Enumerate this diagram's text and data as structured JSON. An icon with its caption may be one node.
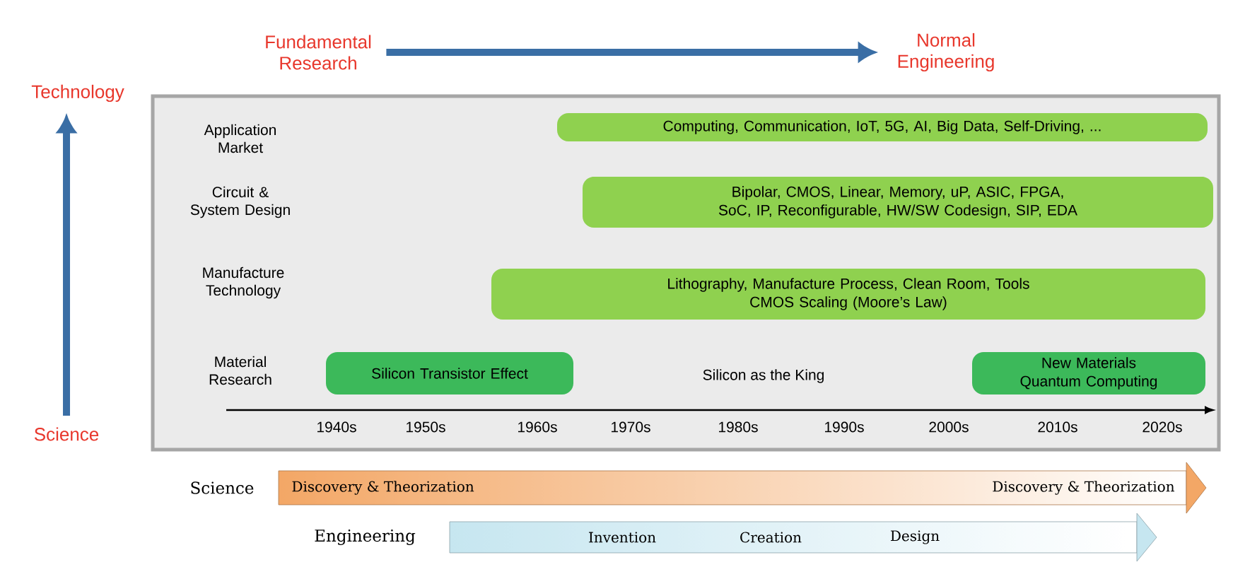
{
  "diagram": {
    "nodes": [
      {
        "text": [
          "Fundamental Research"
        ]
      },
      {
        "text": [
          "Normal Engineering"
        ]
      },
      {
        "text": [
          "Technology"
        ]
      },
      {
        "text": [
          "Science"
        ]
      },
      {
        "text": [
          "Computing, Communication, IoT, 5G, AI, Big Data, Self-Driving, ..."
        ]
      },
      {
        "text": [
          "Bipolar, CMOS, Linear, Memory, uP, ASIC, FPGA, SoC, IP, Reconfigurable, HW/SW Codesign, SIP, EDA"
        ]
      },
      {
        "text": [
          "Lithography, Manufacture Process, Clean Room, Tools",
          "CMOS Scaling (Moore’s Law)"
        ]
      },
      {
        "text": [
          "Silicon Transistor Effect"
        ]
      },
      {
        "text": [
          "New Materials",
          "Quantum Computing"
        ]
      },
      {
        "text": [
          "Discovery & Theorization",
          "Discovery & Theorization"
        ],
        "beside": [
          "Science"
        ]
      },
      {
        "text": [
          "Invention",
          "Creation",
          "Design"
        ],
        "beside": [
          "Engineering"
        ]
      }
    ],
    "edges": [
      {
        "from": 0,
        "to": 1,
        "arrow": "to"
      },
      {
        "from": 3,
        "to": 2,
        "arrow": "to"
      }
    ],
    "labels": [
      "Application Market",
      "Circuit & System Design",
      "Manufacture Technology",
      "Material Research",
      "Silicon as the King",
      "1940s",
      "1950s",
      "1960s",
      "1970s",
      "1980s",
      "1990s",
      "2000s",
      "2010s",
      "2020s"
    ]
  }
}
